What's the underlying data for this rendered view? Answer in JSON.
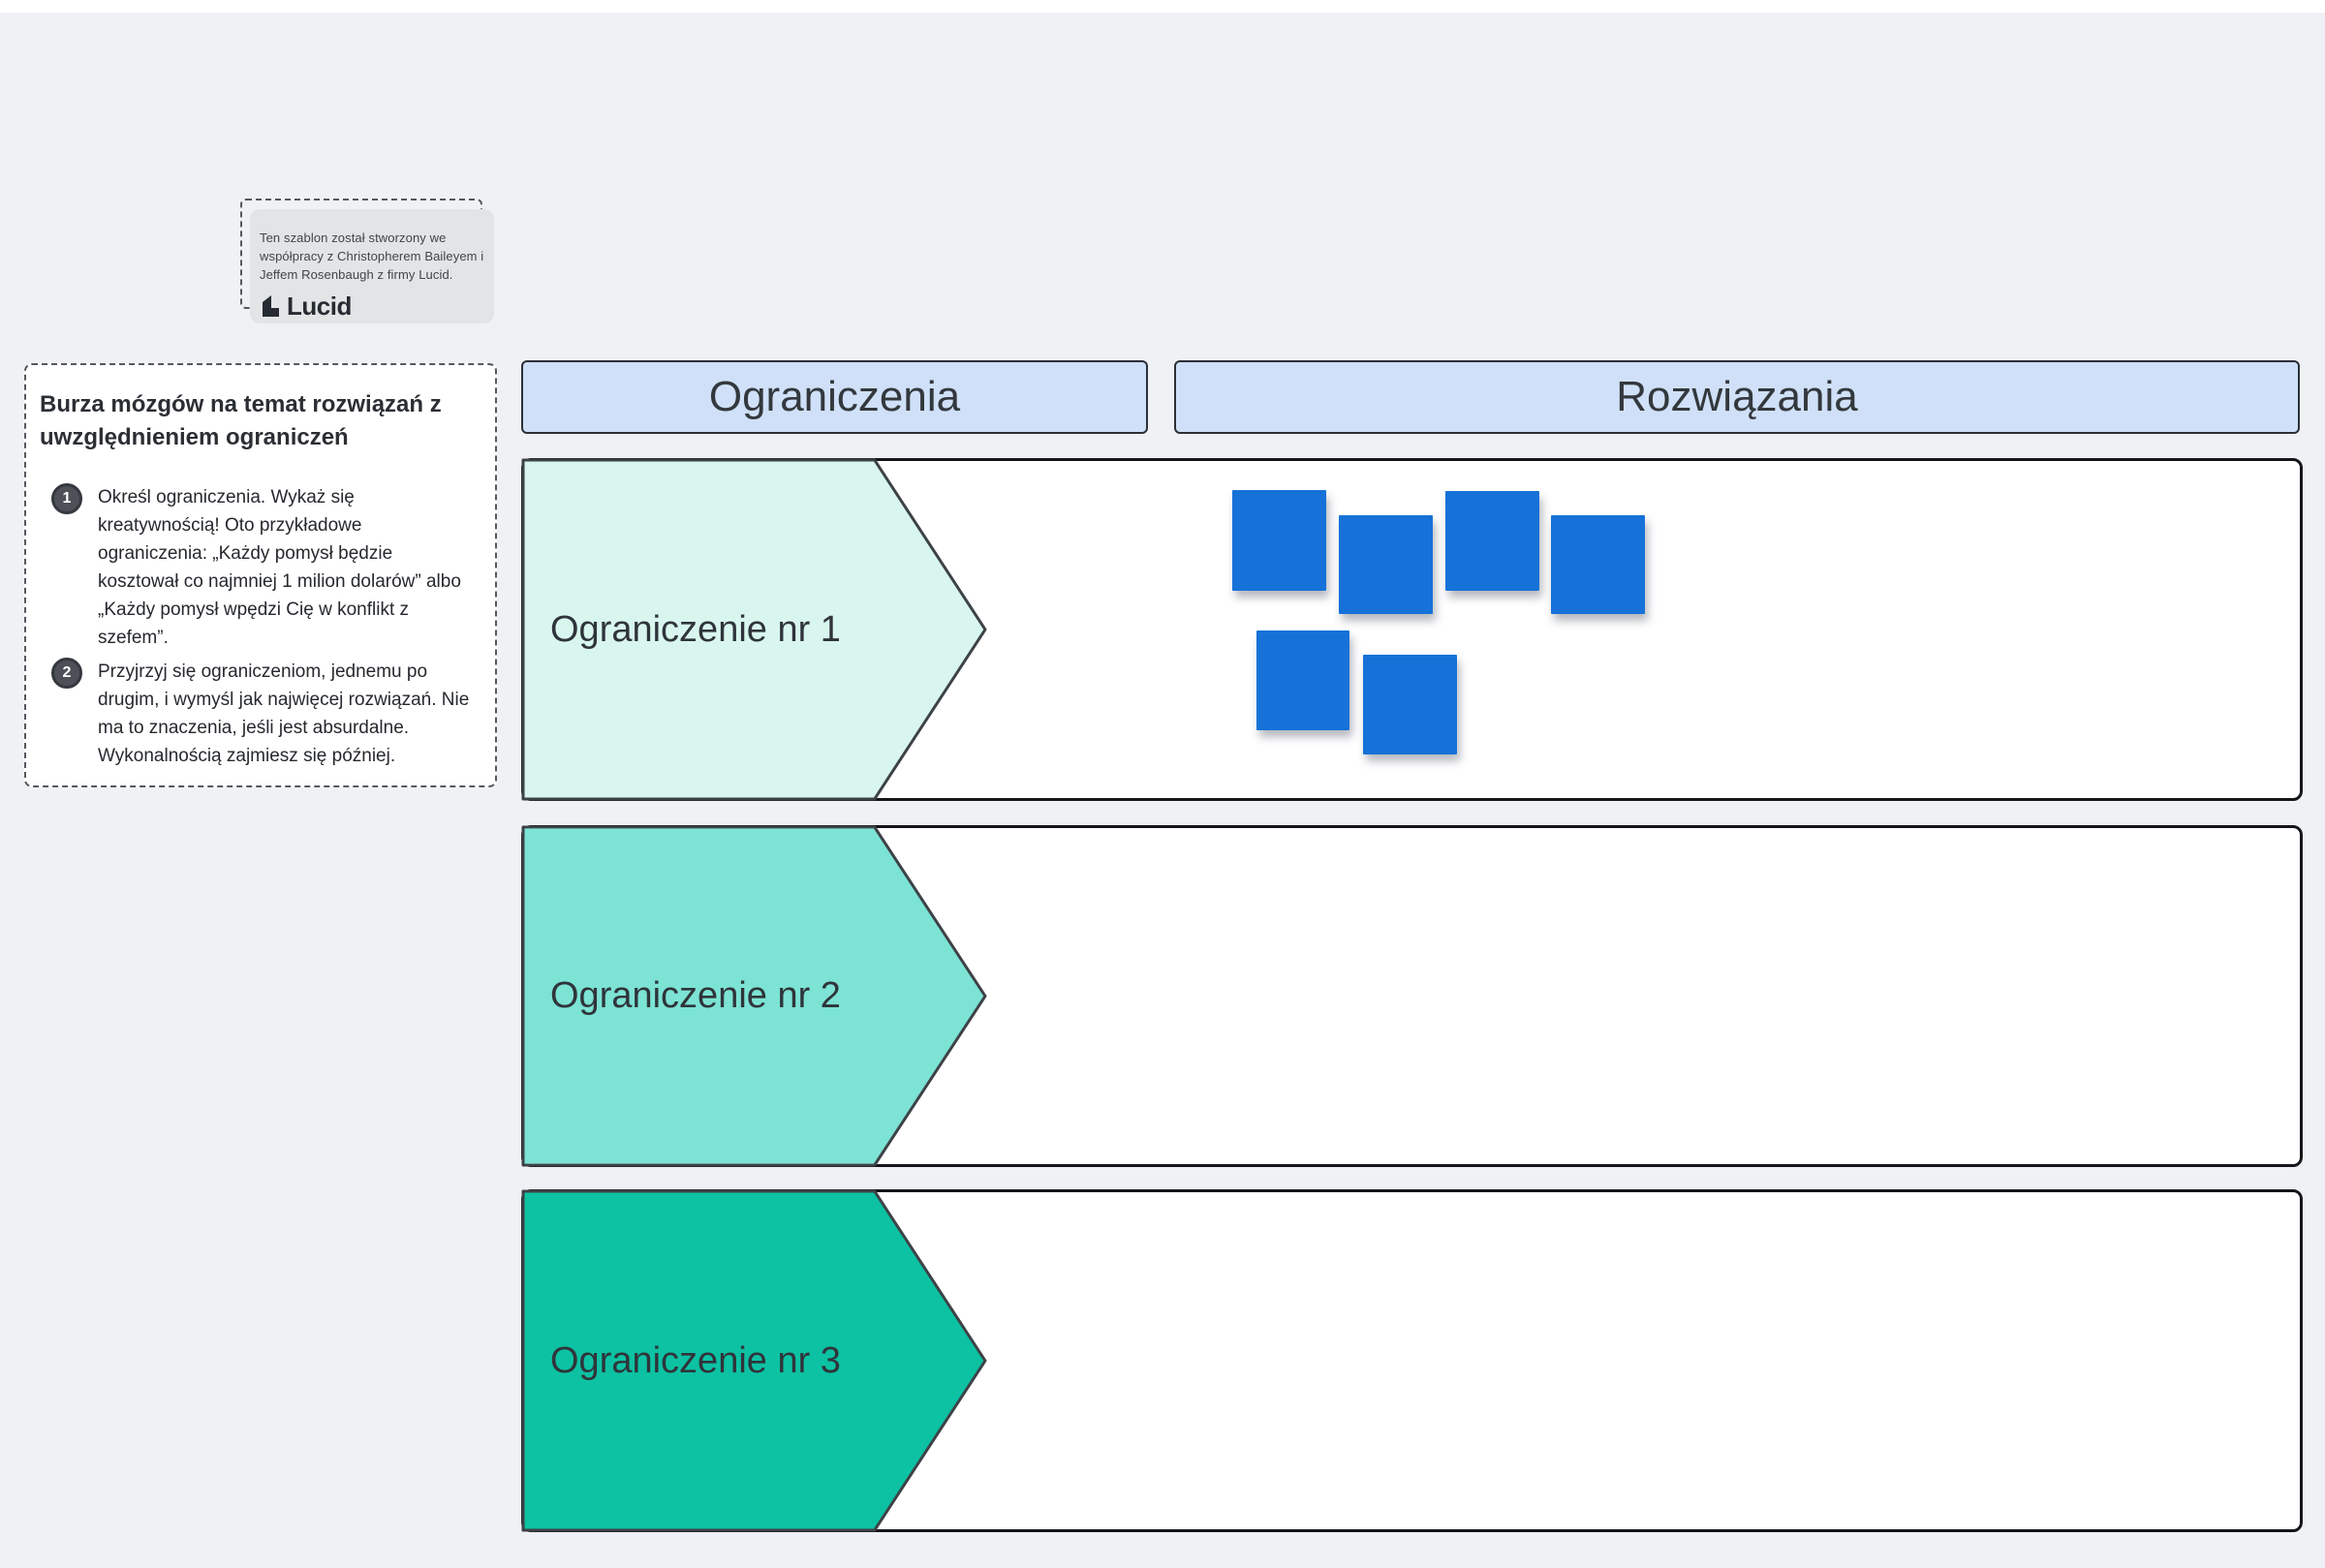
{
  "attribution": {
    "lines": [
      "Ten szablon został stworzony we",
      "współpracy z Christopherem Baileyem i",
      "Jeffem Rosenbaugh z firmy Lucid."
    ],
    "logo_label": "Lucid"
  },
  "instructions": {
    "title": "Burza mózgów na temat rozwiązań z uwzględnieniem ograniczeń",
    "steps": [
      {
        "number": "1",
        "text": "Określ ograniczenia. Wykaż się kreatywnością! Oto przykładowe ograniczenia: „Każdy pomysł będzie kosztował co najmniej 1 milion dolarów” albo „Każdy pomysł wpędzi Cię w konflikt z szefem”."
      },
      {
        "number": "2",
        "text": "Przyjrzyj się ograniczeniom, jednemu po drugim, i wymyśl jak najwięcej rozwiązań. Nie ma to znaczenia, jeśli jest absurdalne. Wykonalnością zajmiesz się później."
      }
    ]
  },
  "columns": [
    {
      "label": "Ograniczenia",
      "fill": "#cfe0f8"
    },
    {
      "label": "Rozwiązania",
      "fill": "#cfe0f8"
    }
  ],
  "rows": [
    {
      "label": "Ograniczenie nr 1",
      "arrow_fill": "#d8f6ee"
    },
    {
      "label": "Ograniczenie nr 2",
      "arrow_fill": "#7ce3d5"
    },
    {
      "label": "Ograniczenie nr 3",
      "arrow_fill": "#0cc2a3"
    }
  ],
  "sticky_notes": {
    "color": "#1672d8",
    "count": 6
  }
}
